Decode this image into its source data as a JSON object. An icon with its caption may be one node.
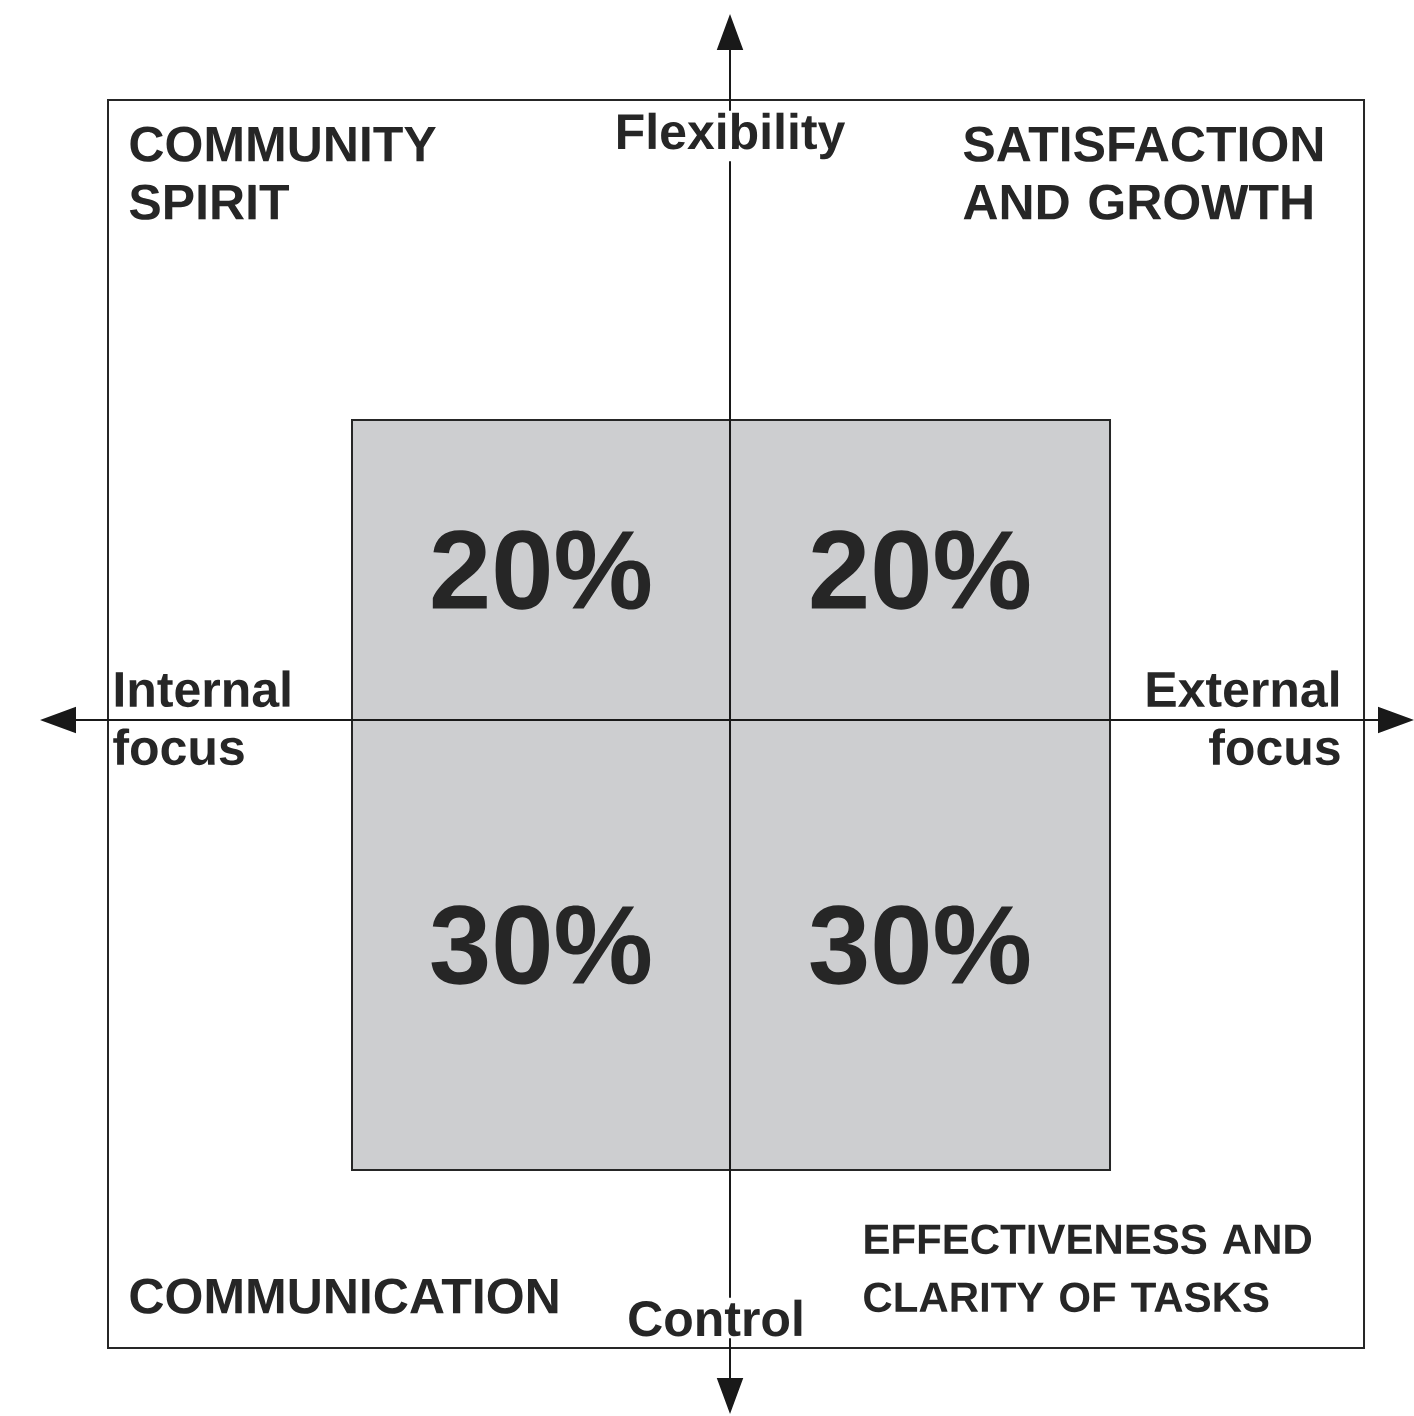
{
  "diagram": {
    "nodes": [
      {
        "text": [
          "20%"
        ]
      },
      {
        "text": [
          "20%"
        ]
      },
      {
        "text": [
          "30%"
        ]
      },
      {
        "text": [
          "30%"
        ]
      }
    ],
    "labels": [
      "COMMUNITY SPIRIT",
      "Flexibility",
      "SATISFACTION AND GROWTH",
      "Internal focus",
      "External focus",
      "EFFECTIVENESS AND CLARITY OF TASKS",
      "COMMUNICATION",
      "Control"
    ]
  }
}
